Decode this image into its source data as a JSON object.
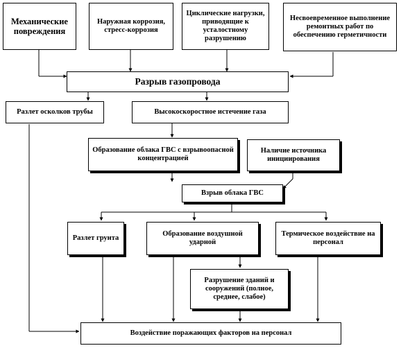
{
  "nodes": {
    "mech": {
      "text": "Механические повреждения"
    },
    "corr": {
      "text": "Наружная коррозия, стресс-коррозия"
    },
    "cyc": {
      "text": "Циклические нагрузки, приводящие к усталостному разрушению"
    },
    "repair": {
      "text": "Несвоевременное выполнение ремонтных работ по обеспечению герметичности"
    },
    "rupture": {
      "text": "Разрыв газопровода"
    },
    "scatter": {
      "text": "Разлет осколков трубы"
    },
    "outflow": {
      "text": "Высокоскоростное истечение газа"
    },
    "cloud": {
      "text": "Образование облака ГВС с взрывоопасной концентрацией"
    },
    "ignition": {
      "text": "Наличие источника инициирования"
    },
    "explosion": {
      "text": "Взрыв облака ГВС"
    },
    "soil": {
      "text": "Разлет грунта"
    },
    "wave": {
      "text": "Образование воздушной ударной"
    },
    "thermal": {
      "text": "Термическое воздействие на персонал"
    },
    "destroy": {
      "text": "Разрушение зданий и сооружений (полное, среднее, слабое)"
    },
    "impact": {
      "text": "Воздействие поражающих факторов на персонал"
    }
  }
}
